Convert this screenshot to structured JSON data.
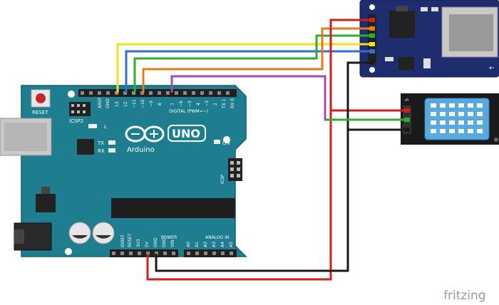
{
  "board": {
    "reset_label": "RESET",
    "icsp2_label": "ICSP2",
    "l_label": "L",
    "tx_label": "TX",
    "rx_label": "RX",
    "on_label": "ON",
    "icsp_label": "ICSP",
    "uno_label": "UNO",
    "brand_label": "Arduino",
    "digital_label": "DIGITAL (PWM=~)",
    "power_label": "POWER",
    "analog_label": "ANALOG IN",
    "aref_label": "AREF",
    "gnd_label": "GND",
    "pin13": "13",
    "pin12": "12",
    "pin11": "~11",
    "pin10": "~10",
    "pin9": "~9",
    "pin8": "8",
    "pin7": "7",
    "pin6": "~6",
    "pin5": "~5",
    "pin4": "4",
    "pin3": "~3",
    "pin2": "2",
    "tx1": "TX 1",
    "rx0": "RX 0",
    "ioref": "IOREF",
    "reset_pin": "RESET",
    "v33": "3V3",
    "v5": "5V",
    "gnd1": "GND",
    "gnd2": "GND",
    "vin": "VIN",
    "a0": "A0",
    "a1": "A1",
    "a2": "A2",
    "a3": "A3",
    "a4": "A4",
    "a5": "A5"
  },
  "sensor": {
    "s_label": "S"
  },
  "watermark": "fritzing",
  "wire_colors": {
    "red": "#cc1f1f",
    "black": "#1a1a1a",
    "yellow": "#f2e21b",
    "blue": "#2f6fd6",
    "green": "#2fae2f",
    "orange": "#e07b1e",
    "purple": "#9b4fb5"
  }
}
